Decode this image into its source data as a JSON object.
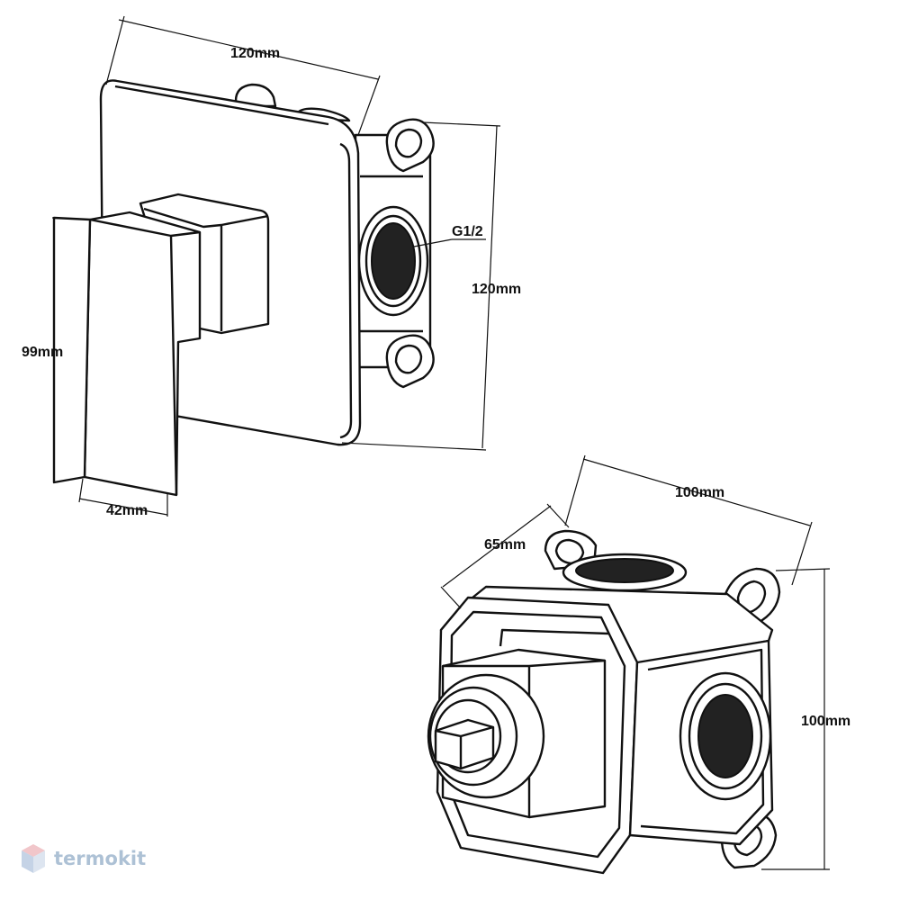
{
  "drawing": {
    "front_view": {
      "plate_width": "120mm",
      "plate_height": "120mm",
      "handle_height": "99mm",
      "handle_depth": "42mm",
      "thread": "G1/2"
    },
    "iso_view": {
      "box_width": "100mm",
      "box_depth": "65mm",
      "box_height": "100mm"
    }
  },
  "watermark": {
    "text": "termokit",
    "colors": {
      "top": "#e8a0a6",
      "left": "#9fb6d6",
      "right": "#c6d3e6"
    }
  }
}
